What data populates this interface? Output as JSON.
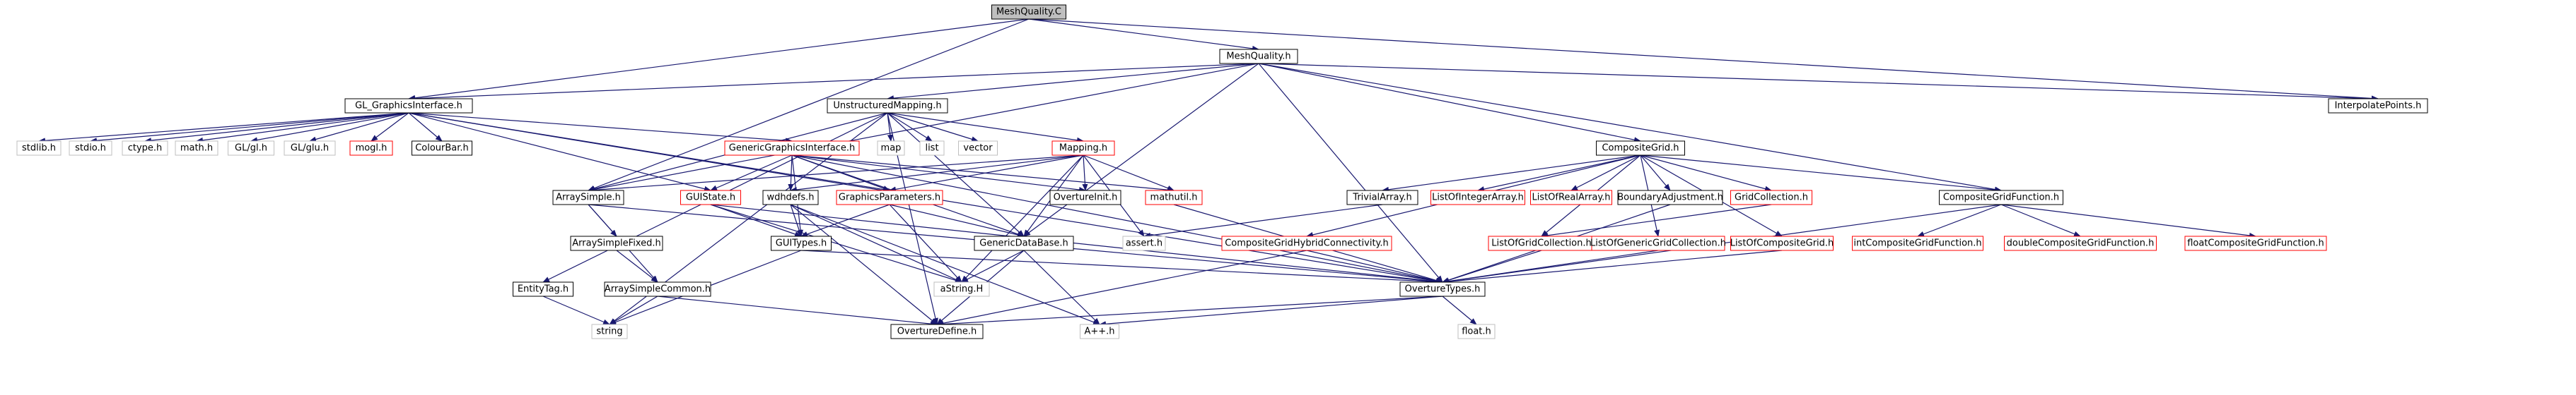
{
  "diagram": {
    "type": "include-dependency-graph",
    "colors": {
      "edge": "#191970",
      "root_fill": "#bfbfbf",
      "normal_stroke": "#000000",
      "missing_stroke": "#bfbfbf",
      "red_stroke": "#ff0000",
      "text": "#000000",
      "fill": "#ffffff"
    },
    "node_styles": {
      "root": "root",
      "documented": "normal",
      "system_header": "missing",
      "truncated": "red"
    },
    "nodes": [
      {
        "id": "meshquality_c",
        "label": "MeshQuality.C",
        "style": "root"
      },
      {
        "id": "meshquality_h",
        "label": "MeshQuality.h",
        "style": "normal"
      },
      {
        "id": "gl_gi",
        "label": "GL_GraphicsInterface.h",
        "style": "normal"
      },
      {
        "id": "interp",
        "label": "InterpolatePoints.h",
        "style": "normal"
      },
      {
        "id": "uns",
        "label": "UnstructuredMapping.h",
        "style": "normal"
      },
      {
        "id": "stdlib",
        "label": "stdlib.h",
        "style": "missing"
      },
      {
        "id": "stdio",
        "label": "stdio.h",
        "style": "missing"
      },
      {
        "id": "ctype",
        "label": "ctype.h",
        "style": "missing"
      },
      {
        "id": "math",
        "label": "math.h",
        "style": "missing"
      },
      {
        "id": "glgl",
        "label": "GL/gl.h",
        "style": "missing"
      },
      {
        "id": "glglu",
        "label": "GL/glu.h",
        "style": "missing"
      },
      {
        "id": "mogl",
        "label": "mogl.h",
        "style": "red"
      },
      {
        "id": "colourbar",
        "label": "ColourBar.h",
        "style": "normal"
      },
      {
        "id": "map",
        "label": "map",
        "style": "missing"
      },
      {
        "id": "list",
        "label": "list",
        "style": "missing"
      },
      {
        "id": "vector",
        "label": "vector",
        "style": "missing"
      },
      {
        "id": "ggi",
        "label": "GenericGraphicsInterface.h",
        "style": "red"
      },
      {
        "id": "mapping",
        "label": "Mapping.h",
        "style": "red"
      },
      {
        "id": "cg",
        "label": "CompositeGrid.h",
        "style": "normal"
      },
      {
        "id": "as",
        "label": "ArraySimple.h",
        "style": "normal"
      },
      {
        "id": "guistate",
        "label": "GUIState.h",
        "style": "red"
      },
      {
        "id": "wdhdefs",
        "label": "wdhdefs.h",
        "style": "normal"
      },
      {
        "id": "gp",
        "label": "GraphicsParameters.h",
        "style": "red"
      },
      {
        "id": "ovint",
        "label": "OvertureInit.h",
        "style": "normal"
      },
      {
        "id": "mathutil",
        "label": "mathutil.h",
        "style": "red"
      },
      {
        "id": "trivial",
        "label": "TrivialArray.h",
        "style": "normal"
      },
      {
        "id": "loia",
        "label": "ListOfIntegerArray.h",
        "style": "red"
      },
      {
        "id": "lora",
        "label": "ListOfRealArray.h",
        "style": "red"
      },
      {
        "id": "ba",
        "label": "BoundaryAdjustment.h",
        "style": "normal"
      },
      {
        "id": "gc",
        "label": "GridCollection.h",
        "style": "red"
      },
      {
        "id": "cgf",
        "label": "CompositeGridFunction.h",
        "style": "normal"
      },
      {
        "id": "asf",
        "label": "ArraySimpleFixed.h",
        "style": "normal"
      },
      {
        "id": "guitypes",
        "label": "GUITypes.h",
        "style": "normal"
      },
      {
        "id": "gdb",
        "label": "GenericDataBase.h",
        "style": "normal"
      },
      {
        "id": "assert",
        "label": "assert.h",
        "style": "missing"
      },
      {
        "id": "cghc",
        "label": "CompositeGridHybridConnectivity.h",
        "style": "red"
      },
      {
        "id": "logc",
        "label": "ListOfGridCollection.h",
        "style": "red"
      },
      {
        "id": "logenc",
        "label": "ListOfGenericGridCollection.h",
        "style": "red"
      },
      {
        "id": "locg",
        "label": "ListOfCompositeGrid.h",
        "style": "red"
      },
      {
        "id": "icgf",
        "label": "intCompositeGridFunction.h",
        "style": "red"
      },
      {
        "id": "dcgf",
        "label": "doubleCompositeGridFunction.h",
        "style": "red"
      },
      {
        "id": "fcgf",
        "label": "floatCompositeGridFunction.h",
        "style": "red"
      },
      {
        "id": "entity",
        "label": "EntityTag.h",
        "style": "normal"
      },
      {
        "id": "asc",
        "label": "ArraySimpleCommon.h",
        "style": "normal"
      },
      {
        "id": "astring",
        "label": "aString.H",
        "style": "missing"
      },
      {
        "id": "ovtypes",
        "label": "OvertureTypes.h",
        "style": "normal"
      },
      {
        "id": "string",
        "label": "string",
        "style": "missing"
      },
      {
        "id": "ovdefine",
        "label": "OvertureDefine.h",
        "style": "normal"
      },
      {
        "id": "app",
        "label": "A++.h",
        "style": "missing"
      },
      {
        "id": "float",
        "label": "float.h",
        "style": "missing"
      }
    ],
    "edges": [
      [
        "meshquality_c",
        "meshquality_h"
      ],
      [
        "meshquality_c",
        "gl_gi"
      ],
      [
        "meshquality_c",
        "interp"
      ],
      [
        "meshquality_c",
        "as"
      ],
      [
        "meshquality_h",
        "gl_gi"
      ],
      [
        "meshquality_h",
        "uns"
      ],
      [
        "meshquality_h",
        "interp"
      ],
      [
        "meshquality_h",
        "cg"
      ],
      [
        "meshquality_h",
        "cgf"
      ],
      [
        "meshquality_h",
        "gdb"
      ],
      [
        "meshquality_h",
        "ovtypes"
      ],
      [
        "meshquality_h",
        "as"
      ],
      [
        "gl_gi",
        "stdlib"
      ],
      [
        "gl_gi",
        "stdio"
      ],
      [
        "gl_gi",
        "ctype"
      ],
      [
        "gl_gi",
        "math"
      ],
      [
        "gl_gi",
        "glgl"
      ],
      [
        "gl_gi",
        "glglu"
      ],
      [
        "gl_gi",
        "mogl"
      ],
      [
        "gl_gi",
        "colourbar"
      ],
      [
        "gl_gi",
        "ggi"
      ],
      [
        "gl_gi",
        "guistate"
      ],
      [
        "gl_gi",
        "gp"
      ],
      [
        "gl_gi",
        "ovtypes"
      ],
      [
        "uns",
        "map"
      ],
      [
        "uns",
        "list"
      ],
      [
        "uns",
        "vector"
      ],
      [
        "uns",
        "mapping"
      ],
      [
        "uns",
        "as"
      ],
      [
        "uns",
        "entity"
      ],
      [
        "uns",
        "string"
      ],
      [
        "uns",
        "ovdefine"
      ],
      [
        "uns",
        "gdb"
      ],
      [
        "ggi",
        "guistate"
      ],
      [
        "ggi",
        "wdhdefs"
      ],
      [
        "ggi",
        "gp"
      ],
      [
        "ggi",
        "ovint"
      ],
      [
        "ggi",
        "mathutil"
      ],
      [
        "ggi",
        "guitypes"
      ],
      [
        "ggi",
        "gdb"
      ],
      [
        "ggi",
        "ovtypes"
      ],
      [
        "mapping",
        "as"
      ],
      [
        "mapping",
        "gp"
      ],
      [
        "mapping",
        "ovint"
      ],
      [
        "mapping",
        "mathutil"
      ],
      [
        "mapping",
        "gdb"
      ],
      [
        "mapping",
        "assert"
      ],
      [
        "mapping",
        "astring"
      ],
      [
        "mapping",
        "wdhdefs"
      ],
      [
        "cg",
        "trivial"
      ],
      [
        "cg",
        "loia"
      ],
      [
        "cg",
        "lora"
      ],
      [
        "cg",
        "ba"
      ],
      [
        "cg",
        "gc"
      ],
      [
        "cg",
        "cgf"
      ],
      [
        "cg",
        "cghc"
      ],
      [
        "cg",
        "logc"
      ],
      [
        "cg",
        "logenc"
      ],
      [
        "cg",
        "locg"
      ],
      [
        "as",
        "asf"
      ],
      [
        "as",
        "asc"
      ],
      [
        "as",
        "ovtypes"
      ],
      [
        "guistate",
        "guitypes"
      ],
      [
        "guistate",
        "astring"
      ],
      [
        "guistate",
        "ovtypes"
      ],
      [
        "wdhdefs",
        "guitypes"
      ],
      [
        "wdhdefs",
        "astring"
      ],
      [
        "wdhdefs",
        "ovdefine"
      ],
      [
        "wdhdefs",
        "app"
      ],
      [
        "gp",
        "guitypes"
      ],
      [
        "gp",
        "astring"
      ],
      [
        "gp",
        "gdb"
      ],
      [
        "mathutil",
        "ovtypes"
      ],
      [
        "trivial",
        "assert"
      ],
      [
        "ba",
        "ovtypes"
      ],
      [
        "gc",
        "logc"
      ],
      [
        "cgf",
        "icgf"
      ],
      [
        "cgf",
        "dcgf"
      ],
      [
        "cgf",
        "fcgf"
      ],
      [
        "cgf",
        "ovtypes"
      ],
      [
        "asf",
        "asc"
      ],
      [
        "guitypes",
        "string"
      ],
      [
        "guitypes",
        "ovtypes"
      ],
      [
        "gdb",
        "astring"
      ],
      [
        "gdb",
        "ovdefine"
      ],
      [
        "gdb",
        "app"
      ],
      [
        "cghc",
        "ovtypes"
      ],
      [
        "cghc",
        "ovdefine"
      ],
      [
        "logc",
        "ovtypes"
      ],
      [
        "logenc",
        "ovtypes"
      ],
      [
        "locg",
        "ovtypes"
      ],
      [
        "entity",
        "string"
      ],
      [
        "asc",
        "string"
      ],
      [
        "asc",
        "ovdefine"
      ],
      [
        "ovtypes",
        "ovdefine"
      ],
      [
        "ovtypes",
        "app"
      ],
      [
        "ovtypes",
        "float"
      ]
    ]
  }
}
